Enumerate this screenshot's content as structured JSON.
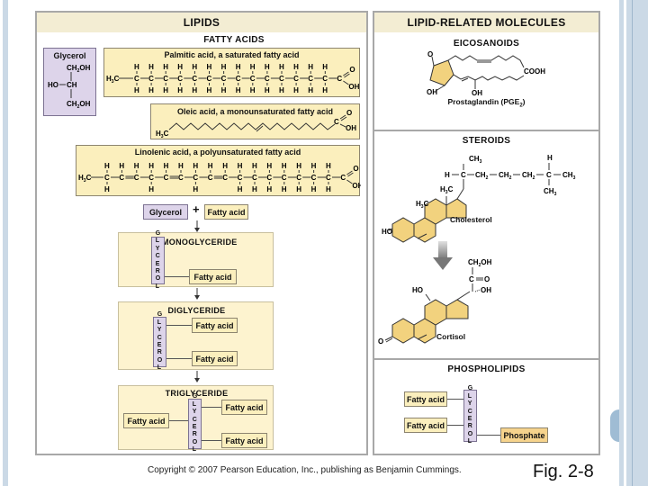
{
  "left_panel": {
    "title": "LIPIDS",
    "fatty_acids_title": "FATTY ACIDS",
    "glycerol": {
      "label": "Glycerol",
      "top": "CH2OH",
      "mid_left": "HO",
      "mid": "CH",
      "bottom": "CH2OH"
    },
    "palmitic": {
      "caption": "Palmitic acid, a saturated fatty acid",
      "start": "H3C",
      "carbons": 14
    },
    "oleic": {
      "caption": "Oleic acid, a monounsaturated fatty acid",
      "start": "H3C"
    },
    "linolenic": {
      "caption": "Linolenic acid, a polyunsaturated fatty acid",
      "start": "H3C",
      "carbons": 16
    },
    "carboxyl": {
      "o": "O",
      "oh": "OH",
      "c": "C"
    },
    "equation": {
      "glycerol": "Glycerol",
      "plus": "+",
      "fatty_acid": "Fatty acid"
    },
    "glycerol_vertical": "GLYCEROL",
    "monoglyceride": {
      "title": "MONOGLYCERIDE",
      "fatty_acid": "Fatty acid"
    },
    "diglyceride": {
      "title": "DIGLYCERIDE",
      "fatty_acids": [
        "Fatty acid",
        "Fatty acid"
      ]
    },
    "triglyceride": {
      "title": "TRIGLYCERIDE",
      "fatty_acids": [
        "Fatty acid",
        "Fatty acid",
        "Fatty acid"
      ]
    }
  },
  "right_panel": {
    "title": "LIPID-RELATED MOLECULES",
    "eicosanoids": {
      "title": "EICOSANOIDS",
      "caption": "Prostaglandin (PGE",
      "caption_sub": "2",
      "caption_end": ")",
      "labels": {
        "o": "O",
        "cooh": "COOH",
        "oh1": "OH",
        "oh2": "OH"
      }
    },
    "steroids": {
      "title": "STEROIDS",
      "cholesterol": {
        "caption": "Cholesterol",
        "chain": [
          "H",
          "C",
          "CH2",
          "CH2",
          "CH2",
          "C",
          "CH3"
        ],
        "top_ch3": "CH3",
        "top_h": "H",
        "bottom_ch3": "CH3",
        "methyl1": "H3C",
        "methyl2": "H3C",
        "ho": "HO"
      },
      "cortisol": {
        "caption": "Cortisol",
        "ch2oh": "CH2OH",
        "co": "C",
        "o": "O",
        "ho": "HO",
        "oh": "OH",
        "ketone_o": "O"
      }
    },
    "phospholipids": {
      "title": "PHOSPHOLIPIDS",
      "fatty_acids": [
        "Fatty acid",
        "Fatty acid"
      ],
      "glycerol_vertical": "GLYCEROL",
      "phosphate": "Phosphate"
    }
  },
  "footer": {
    "copyright": "Copyright © 2007 Pearson Education, Inc., publishing as Benjamin Cummings.",
    "figure": "Fig. 2-8"
  },
  "colors": {
    "yellow": "#fbefbd",
    "purple": "#ddd4ea",
    "orange": "#f6d38c",
    "ring": "#f2d27e",
    "header": "#f3edd3",
    "slide_accent": "#cbd9e6"
  }
}
